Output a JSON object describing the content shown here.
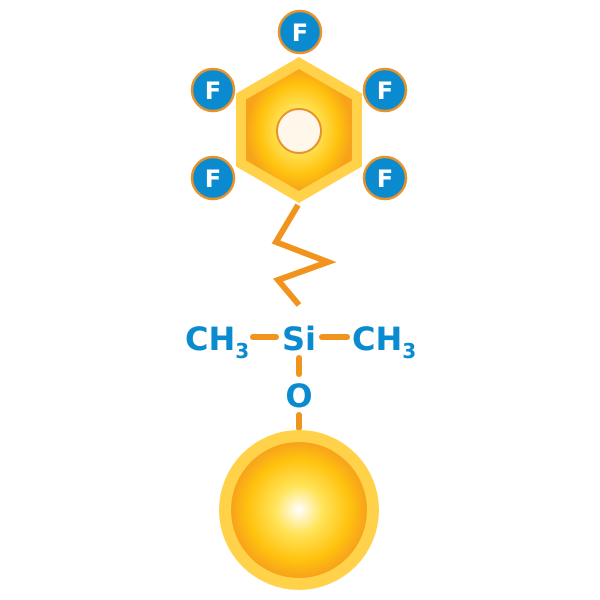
{
  "diagram": {
    "fluorine_label": "F",
    "fluorines": [
      "F",
      "F",
      "F",
      "F",
      "F"
    ],
    "methyl_left": {
      "main": "CH",
      "sub": "3"
    },
    "methyl_right": {
      "main": "CH",
      "sub": "3"
    },
    "silicon": "Si",
    "oxygen": "O",
    "colors": {
      "label": "#0a8bd0",
      "bond": "#f0941e",
      "fluorine_fill": "#0a8bd0",
      "ring": "#ffc20e"
    }
  }
}
